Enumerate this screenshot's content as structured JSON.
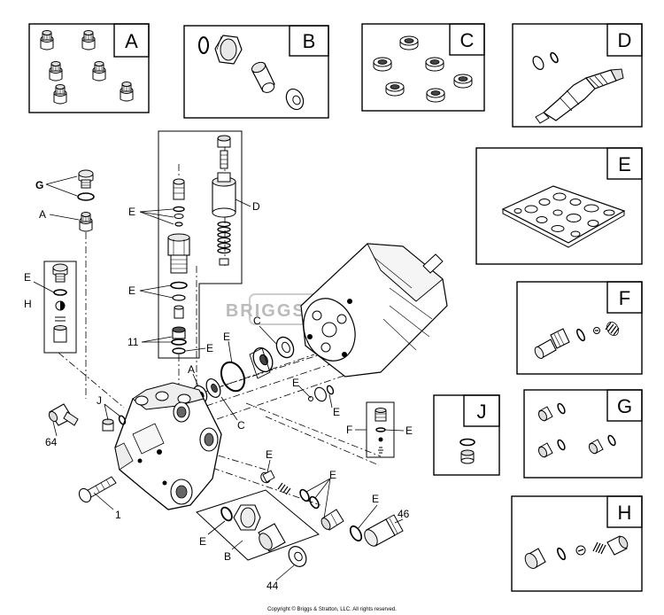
{
  "colors": {
    "line": "#000000",
    "part_fill": "#f2f2f2",
    "shade": "#cfcfcf",
    "background": "#ffffff"
  },
  "kits": [
    {
      "id": "kit-A",
      "label": "A"
    },
    {
      "id": "kit-B",
      "label": "B"
    },
    {
      "id": "kit-C",
      "label": "C"
    },
    {
      "id": "kit-D",
      "label": "D"
    },
    {
      "id": "kit-E",
      "label": "E"
    },
    {
      "id": "kit-F",
      "label": "F"
    },
    {
      "id": "kit-J",
      "label": "J"
    },
    {
      "id": "kit-G",
      "label": "G"
    },
    {
      "id": "kit-H",
      "label": "H"
    }
  ],
  "callouts": {
    "g": "G",
    "a1": "A",
    "d": "D",
    "e1": "E",
    "e2": "E",
    "e3": "E",
    "h": "H",
    "n11": "11",
    "e4": "E",
    "c1": "C",
    "e5": "E",
    "a2": "A",
    "c2": "C",
    "e6": "E",
    "e7": "E",
    "j": "J",
    "n64": "64",
    "f": "F",
    "e8": "E",
    "e9": "E",
    "e10": "E",
    "n1": "1",
    "e11": "E",
    "n46": "46",
    "e12": "E",
    "b": "B",
    "n44": "44"
  },
  "watermark": "BRIGGS&STRATTON",
  "copyright": "Copyright © Briggs & Stratton, LLC. All rights reserved."
}
